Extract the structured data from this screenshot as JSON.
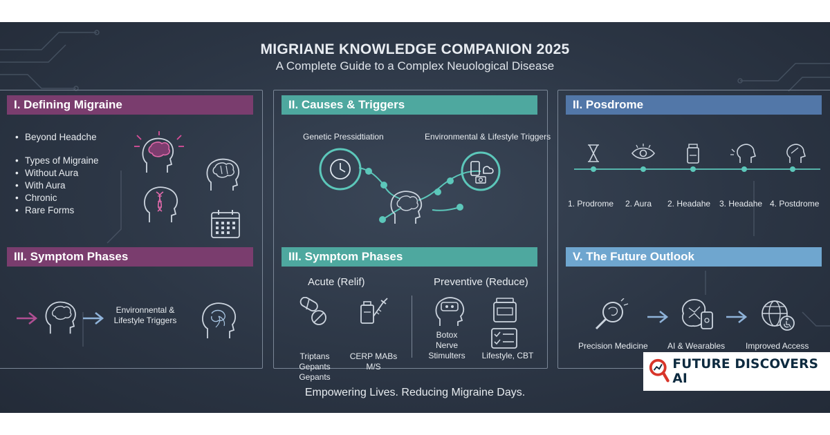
{
  "header": {
    "title": "MIGRIANE KNOWLEDGE COMPANION 2025",
    "subtitle": "A Complete Guide to a Complex Neuological Disease"
  },
  "panels": {
    "defining": {
      "heading": "I. Defining Migraine",
      "items": [
        "Beyond Headche",
        "Types of Migraine",
        "Without Aura",
        "With Aura",
        "Chronic",
        "Rare Forms"
      ]
    },
    "symptoms_left": {
      "heading": "III. Symptom Phases",
      "trigger_label": "Environnental & Lifestyle Triggers"
    },
    "causes": {
      "heading": "II. Causes & Triggers",
      "genetic_label": "Genetic Pressidtiation",
      "environment_label": "Environmental & Lifestyle Triggers"
    },
    "treatment": {
      "heading": "III. Symptom Phases",
      "acute_title": "Acute (Relif)",
      "preventive_title": "Preventive (Reduce)",
      "acute_left": "Triptans\nGepants\nGepants",
      "acute_right": "CERP MABs\nM/S",
      "preventive_left": "Botox\nNerve\nStimulters",
      "preventive_right": "Lifestyle, CBT"
    },
    "posdrome": {
      "heading": "II. Posdrome",
      "steps": [
        "1. Prodrome",
        "2. Aura",
        "2. Headahe",
        "3. Headahe",
        "4. Postdrome"
      ]
    },
    "future": {
      "heading": "V. The Future Outlook",
      "steps": [
        "Precision Medicine",
        "AI & Wearables",
        "Improved Access"
      ]
    }
  },
  "footer": {
    "tagline": "Empowering Lives. Reducing Migraine Days."
  },
  "logo": {
    "text": "FUTURE DISCOVERS AI"
  },
  "colors": {
    "purple_bar": "#7a3d6e",
    "teal_bar": "#4ea89f",
    "blue_bar": "#5277a8",
    "light_blue_bar": "#6fa6cf",
    "teal_accent": "#5cc7ba",
    "logo_red": "#d8352a"
  }
}
